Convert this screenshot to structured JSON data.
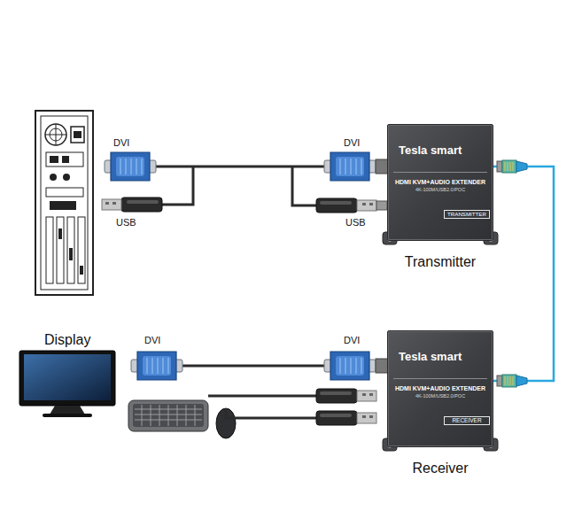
{
  "diagram": {
    "nodes": [
      {
        "text": [
          "Tesla smart",
          "HDMI KVM+AUDIO EXTENDER",
          "4K-100M/USB2.0/POC",
          "Transmitter"
        ]
      },
      {
        "text": [
          "TRANSMITTER"
        ],
        "in": 0
      },
      {
        "text": [
          "Tesla smart",
          "HDMI KVM+AUDIO EXTENDER",
          "4K-100M/USB2.0/POC",
          "Receiver"
        ]
      },
      {
        "text": [
          "RECEIVER"
        ],
        "in": 2
      }
    ],
    "edges": [
      {
        "from": 0,
        "to": 2,
        "arrow": "none"
      }
    ],
    "labels": [
      "DVI",
      "USB",
      "DVI",
      "USB",
      "Display",
      "DVI",
      "DVI"
    ]
  }
}
